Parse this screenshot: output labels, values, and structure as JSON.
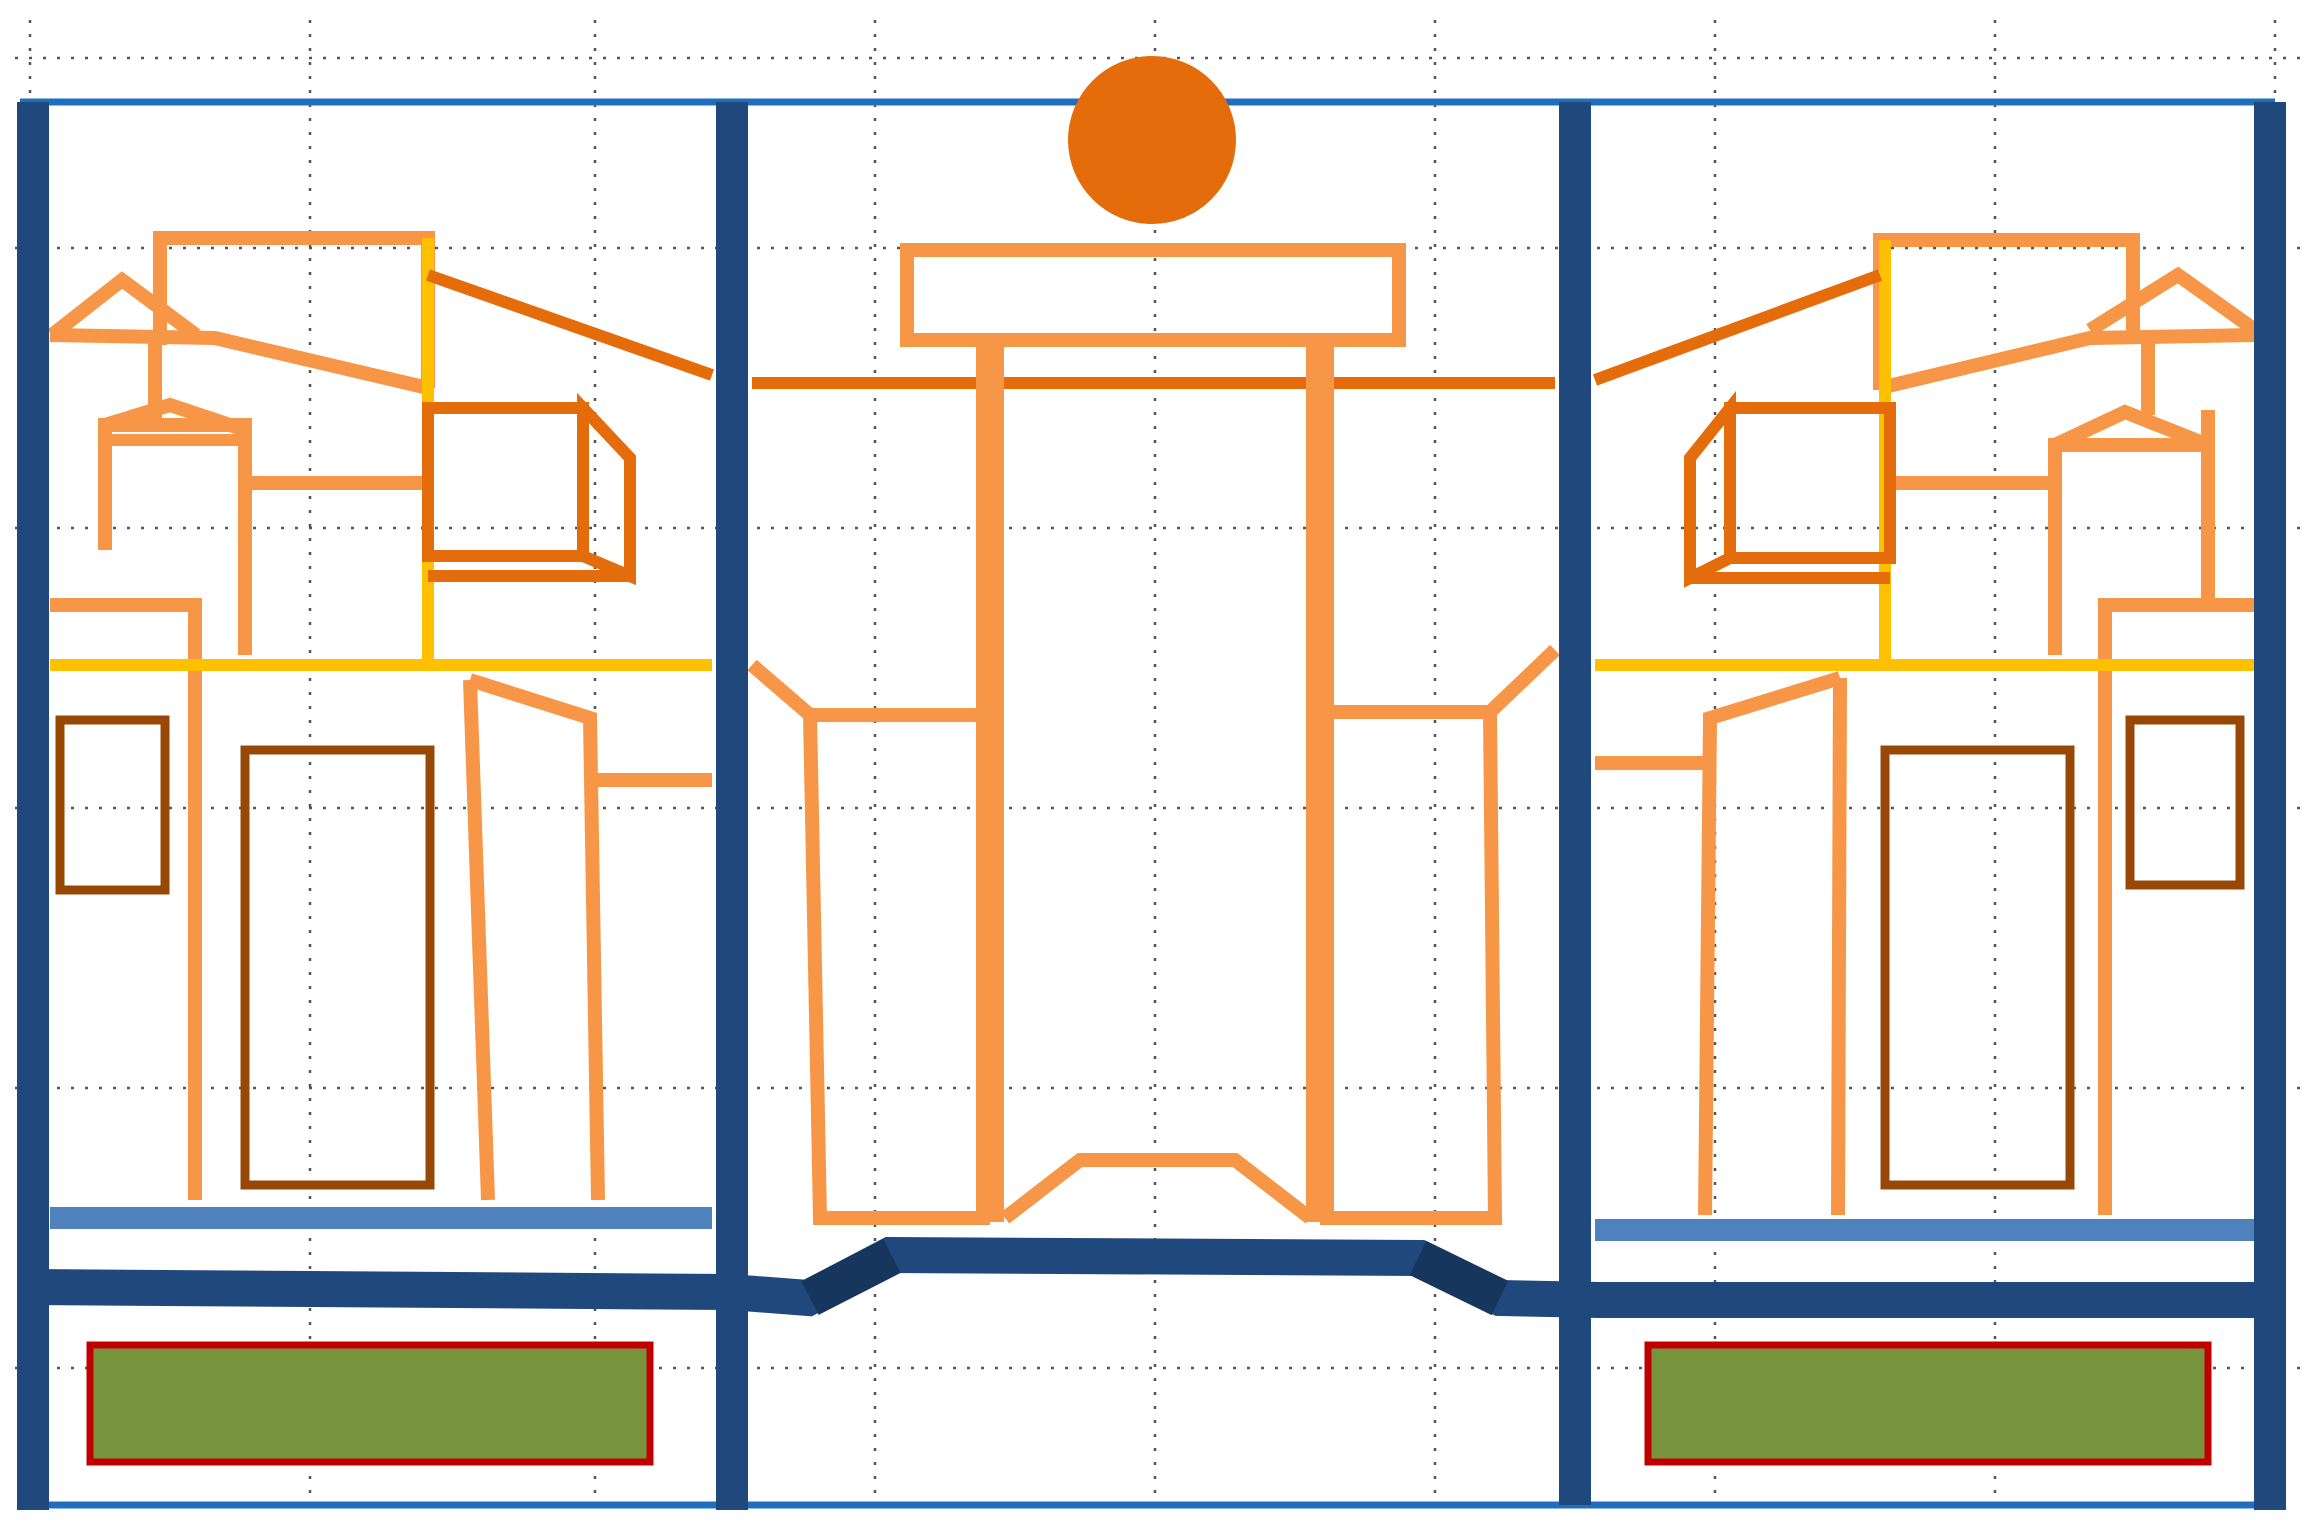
{
  "diagram": {
    "type": "schematic-elevation",
    "text_labels": [],
    "colors": {
      "background": "#ffffff",
      "grid": "#555555",
      "frame_top": "#1f6fbf",
      "column": "#1f497d",
      "base_beam": "#1f497d",
      "base_beam_joint": "#17365d",
      "floor_slab": "#4f81bd",
      "structure_light": "#f79646",
      "structure_dark": "#e46c0a",
      "yellow_line": "#ffc000",
      "window": "#974806",
      "green_fill": "#77933c",
      "green_border": "#c00000",
      "sun": "#e46c0a"
    },
    "icons": {
      "sun": "circle",
      "modules": "cube-outline"
    }
  }
}
